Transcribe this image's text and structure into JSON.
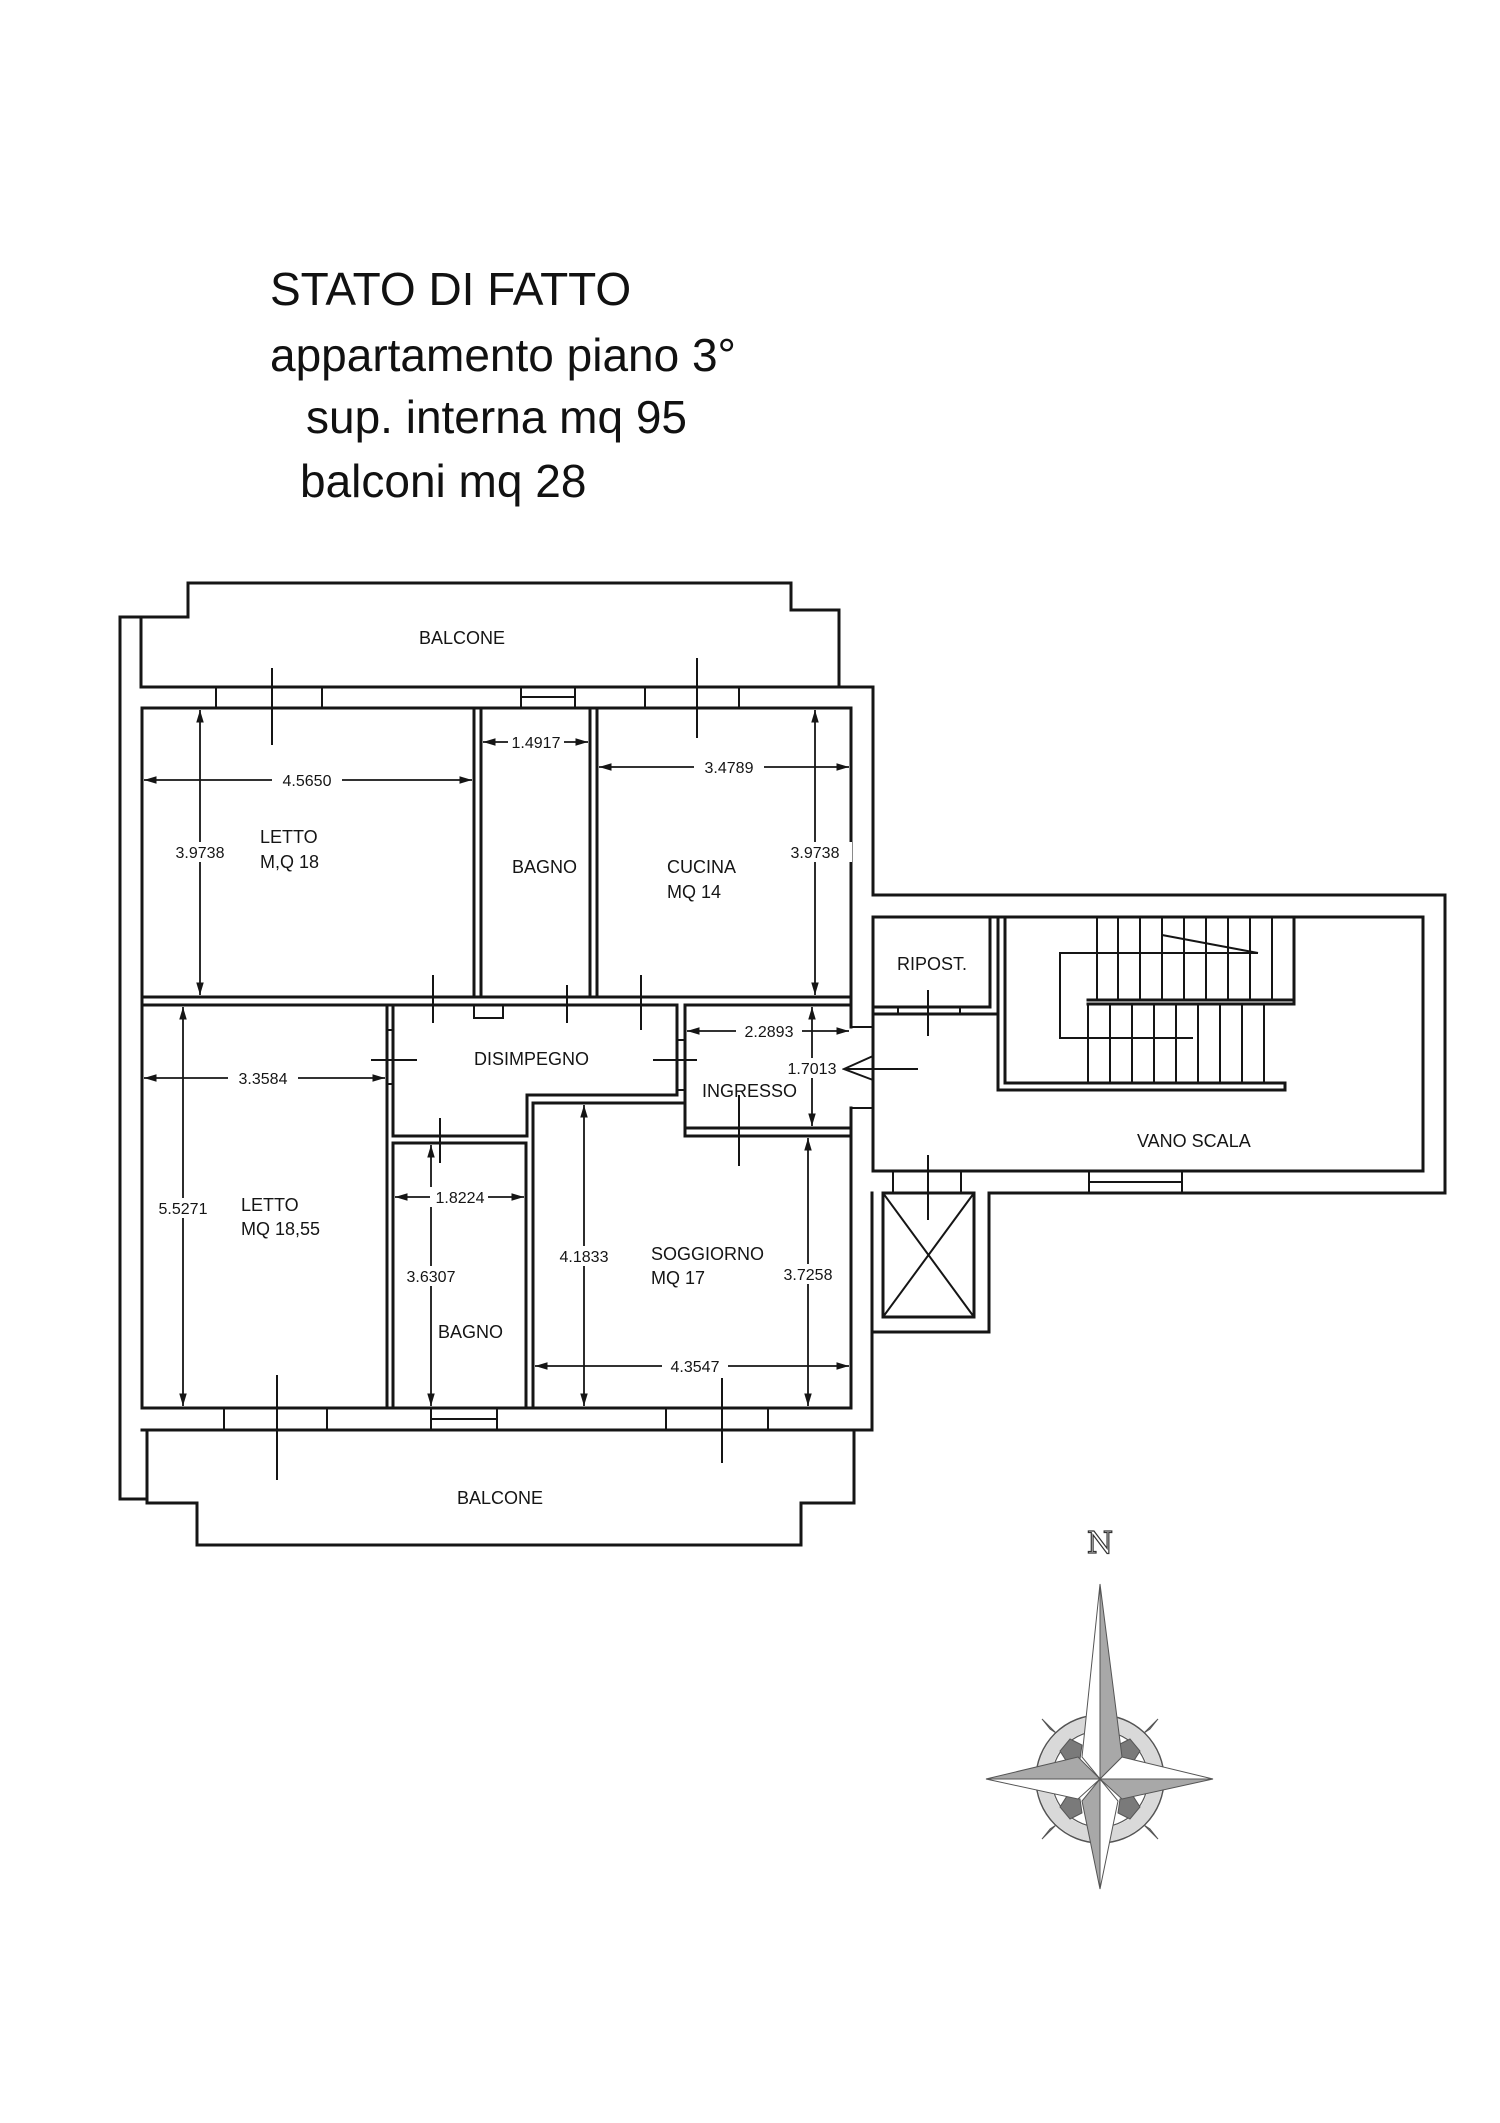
{
  "title": {
    "line1": "STATO DI FATTO",
    "line2": "appartamento piano 3°",
    "line3": "sup. interna mq 95",
    "line4": "balconi mq 28"
  },
  "rooms": {
    "balcone_top": "BALCONE",
    "letto1_name": "LETTO",
    "letto1_area": "M,Q 18",
    "bagno1": "BAGNO",
    "cucina_name": "CUCINA",
    "cucina_area": "MQ 14",
    "disimpegno": "DISIMPEGNO",
    "ingresso": "INGRESSO",
    "letto2_name": "LETTO",
    "letto2_area": "MQ 18,55",
    "bagno2": "BAGNO",
    "soggiorno_name": "SOGGIORNO",
    "soggiorno_area": "MQ 17",
    "ripostiglio": "RIPOST.",
    "vano_scala": "VANO SCALA",
    "balcone_bottom": "BALCONE"
  },
  "dimensions": {
    "letto1_width": "4.5650",
    "letto1_height": "3.9738",
    "bagno1_width": "1.4917",
    "cucina_width": "3.4789",
    "cucina_height": "3.9738",
    "letto2_width": "3.3584",
    "letto2_height": "5.5271",
    "bagno2_width": "1.8224",
    "bagno2_height": "3.6307",
    "ingresso_width": "2.2893",
    "ingresso_height": "1.7013",
    "soggiorno_left_height": "4.1833",
    "soggiorno_right_height": "3.7258",
    "soggiorno_width": "4.3547"
  },
  "compass": {
    "north_label": "N",
    "ring_color": "#d9d9d9",
    "dark_color": "#7a7a7a",
    "mid_color": "#a8a8a8"
  }
}
